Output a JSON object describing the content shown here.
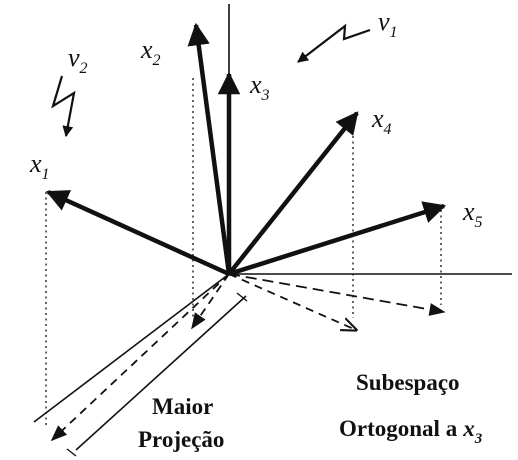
{
  "vectors": {
    "x1": {
      "base": "x",
      "sub": "1"
    },
    "x2": {
      "base": "x",
      "sub": "2"
    },
    "x3": {
      "base": "x",
      "sub": "3"
    },
    "x4": {
      "base": "x",
      "sub": "4"
    },
    "x5": {
      "base": "x",
      "sub": "5"
    }
  },
  "views": {
    "v1": {
      "base": "v",
      "sub": "1"
    },
    "v2": {
      "base": "v",
      "sub": "2"
    }
  },
  "captions": {
    "maior_line1": "Maior",
    "maior_line2": "Projeção",
    "subespaco_line1": "Subespaço",
    "subespaco_line2": "Ortogonal a",
    "subespaco_var_base": "x",
    "subespaco_var_sub": "3"
  },
  "colors": {
    "ink": "#111111"
  }
}
